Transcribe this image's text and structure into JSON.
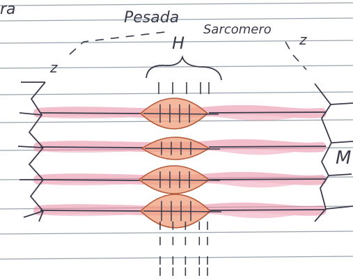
{
  "photo": {
    "paper_color": "#ffffff",
    "rule_color": "#9aa3ad",
    "ink_color": "#3a3a4a",
    "pink_highlight": "#e98aa2",
    "orange_fill": "#f0a07f",
    "orange_stroke": "#b45a38"
  },
  "handwriting": {
    "corner_text": "ra",
    "label_top": "Pesada",
    "label_h": "H",
    "label_sarcomere": "Sarcomero",
    "label_z_left": "z",
    "label_z_right": "z",
    "label_m": "M"
  }
}
